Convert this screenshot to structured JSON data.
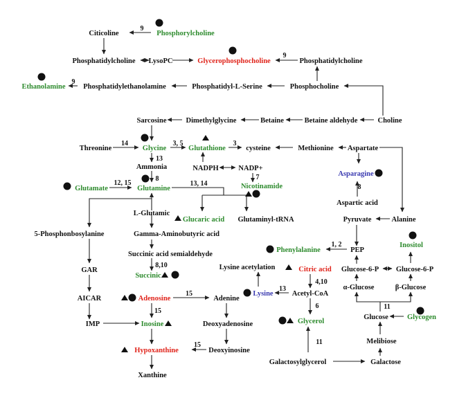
{
  "nodes": {
    "citicoline": "Citicoline",
    "phosphorylcholine": "Phosphorylcholine",
    "phosphatidylcholine_a": "Phosphatidylcholine",
    "lysopc": "LysoPC",
    "glycerophosphocholine": "Glycerophosphocholine",
    "phosphatidylcholine_b": "Phosphatidylcholine",
    "ethanolamine": "Ethanolamine",
    "phosphatidylethanolamine": "Phosphatidylethanolamine",
    "phosphatidyl_l_serine": "Phosphatidyl-L-Serine",
    "phosphocholine": "Phosphocholine",
    "sarcosine": "Sarcosine",
    "dimethylglycine": "Dimethylglycine",
    "betaine": "Betaine",
    "betaine_aldehyde": "Betaine aldehyde",
    "choline": "Choline",
    "threonine": "Threonine",
    "glycine": "Glycine",
    "glutathione": "Glutathione",
    "cysteine": "cysteine",
    "methionine": "Methionine",
    "aspartate": "Aspartate",
    "ammonia": "Ammonia",
    "nadph": "NADPH",
    "nadp": "NADP+",
    "asparagine": "Asparagine",
    "glutamate": "Glutamate",
    "glutamine": "Glutamine",
    "nicotinamide": "Nicotinamide",
    "aspartic_acid": "Aspartic acid",
    "l_glutamic": "L-Glutamic",
    "glucaric_acid": "Glucaric acid",
    "glutaminyl_trna": "Glutaminyl-tRNA",
    "pyruvate": "Pyruvate",
    "alanine": "Alanine",
    "phosphonbosylanine": "5-Phosphonbosylanine",
    "gaba": "Gamma-Aminobutyric acid",
    "inositol": "Inositol",
    "succinic_semialdehyde": "Succinic acid semialdehyde",
    "phenylalanine": "Phenylalanine",
    "pep": "PEP",
    "gar": "GAR",
    "lysine_acetylation": "Lysine acetylation",
    "citric_acid": "Citric acid",
    "glucose6p_a": "Glucose-6-P",
    "glucose6p_b": "Glucose-6-P",
    "succinic": "Succinic",
    "alpha_glucose": "α-Glucose",
    "beta_glucose": "β-Glucose",
    "aicar": "AICAR",
    "adenosine": "Adenosine",
    "adenine": "Adenine",
    "lysine": "Lysine",
    "acetyl_coa": "Acetyl-CoA",
    "imp": "IMP",
    "inosine": "Inosine",
    "deoxyadenosine": "Deoxyadenosine",
    "glycerol": "Glycerol",
    "glucose": "Glucose",
    "glycogen": "Glycogen",
    "hypoxanthine": "Hypoxanthine",
    "deoxyinosine": "Deoxyinosine",
    "melibiose": "Melibiose",
    "xanthine": "Xanthine",
    "galactosylglycerol": "Galactosylglycerol",
    "galactose": "Galactose"
  },
  "edge_labels": {
    "e_9a": "9",
    "e_9b": "9",
    "e_9c": "9",
    "e_14a": "14",
    "e_3_5": "3,  5",
    "e_3": "3",
    "e_13a": "13",
    "e_8a": "8",
    "e_7": "7",
    "e_12_15": "12,  15",
    "e_13_14": "13,  14",
    "e_8b": "8",
    "e_1_2": "1,  2",
    "e_8_10": "8,10",
    "e_4_10": "4,10",
    "e_13b": "13",
    "e_15a": "15",
    "e_15b": "15",
    "e_6": "6",
    "e_11a": "11",
    "e_15c": "15",
    "e_11b": "11"
  },
  "colors": {
    "green": "#2e8b2e",
    "red": "#e0241b",
    "blue": "#3a3ab0",
    "black": "#111111"
  },
  "marker_legend": {
    "circle": "filled-circle-marker",
    "triangle": "filled-triangle-marker"
  }
}
